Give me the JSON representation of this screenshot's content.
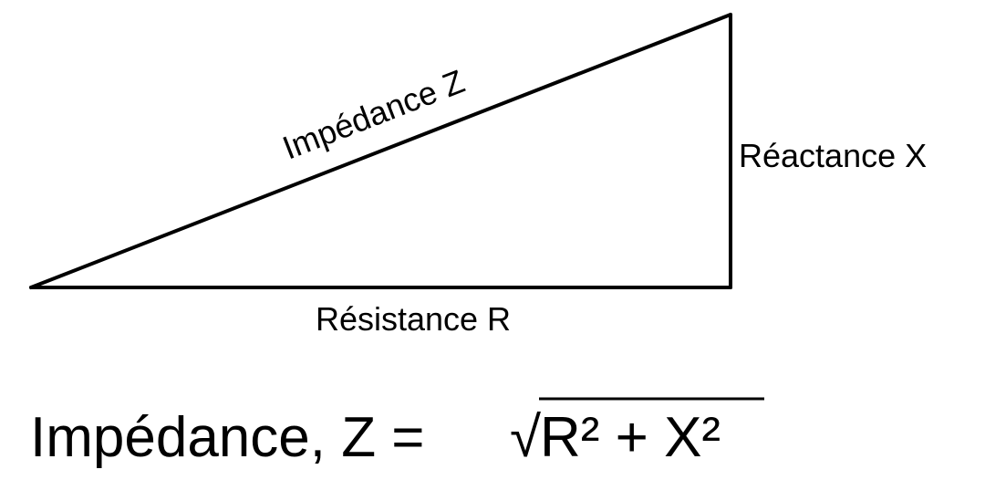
{
  "diagram": {
    "hypotenuse_label": "Impédance Z",
    "vertical_label": "Réactance X",
    "base_label": "Résistance R",
    "formula": {
      "prefix": "Impédance, Z =",
      "radical": "√",
      "radicand": "R² + X²"
    }
  },
  "colors": {
    "line": "#000000",
    "text": "#000000",
    "background": "#ffffff"
  }
}
